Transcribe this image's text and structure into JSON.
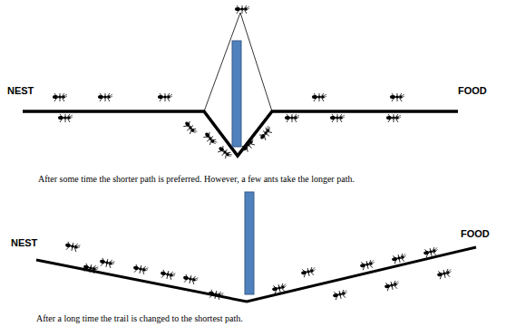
{
  "diagram": {
    "labels": [
      "NEST",
      "FOOD",
      "After some time the shorter path is preferred. However, a few ants take the longer path.",
      "NEST",
      "FOOD",
      "After a long time the trail is changed to the shortest path."
    ]
  }
}
